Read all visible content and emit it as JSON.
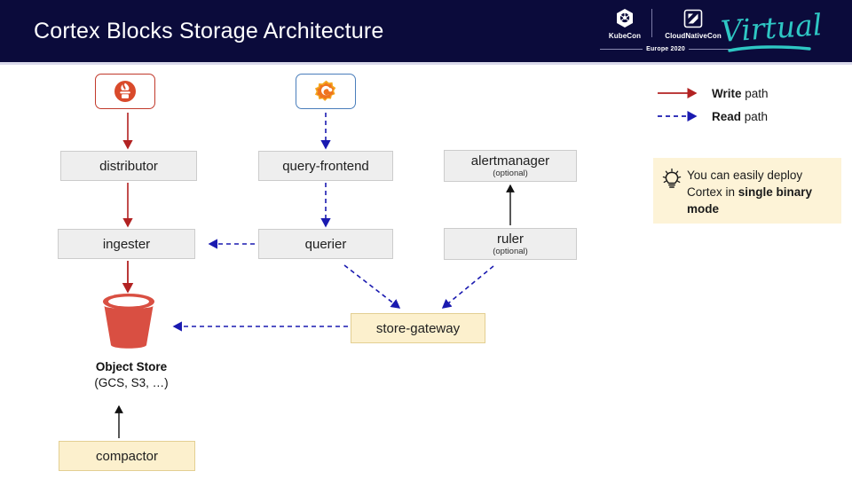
{
  "header": {
    "title": "Cortex Blocks Storage Architecture",
    "conference": {
      "kubecon_label": "KubeCon",
      "cloudnativecon_label": "CloudNativeCon",
      "region_label": "Europe 2020",
      "virtual_label": "Virtual"
    },
    "colors": {
      "background": "#0b0b3b",
      "title_text": "#ffffff",
      "virtual_teal": "#2ec7c4"
    }
  },
  "diagram": {
    "sources": [
      {
        "id": "prometheus",
        "icon": "prometheus-icon",
        "border_color": "#c1392b"
      },
      {
        "id": "grafana",
        "icon": "grafana-icon",
        "border_color": "#4a7ebb"
      }
    ],
    "nodes": [
      {
        "id": "distributor",
        "label": "distributor",
        "sub": "",
        "style": "gray"
      },
      {
        "id": "query-frontend",
        "label": "query-frontend",
        "sub": "",
        "style": "gray"
      },
      {
        "id": "alertmanager",
        "label": "alertmanager",
        "sub": "(optional)",
        "style": "gray"
      },
      {
        "id": "ingester",
        "label": "ingester",
        "sub": "",
        "style": "gray"
      },
      {
        "id": "querier",
        "label": "querier",
        "sub": "",
        "style": "gray"
      },
      {
        "id": "ruler",
        "label": "ruler",
        "sub": "(optional)",
        "style": "gray"
      },
      {
        "id": "store-gateway",
        "label": "store-gateway",
        "sub": "",
        "style": "cream"
      },
      {
        "id": "compactor",
        "label": "compactor",
        "sub": "",
        "style": "cream"
      }
    ],
    "object_store": {
      "label": "Object Store",
      "sublabel": "(GCS, S3, …)",
      "bucket_color": "#d94f42"
    },
    "colors": {
      "write_path": "#b22222",
      "read_path": "#1a1ab0",
      "neutral_path": "#111111",
      "node_fill": "#eeeeee",
      "node_border": "#cccccc",
      "cream_fill": "#fcf0cd",
      "cream_border": "#e3cf92"
    }
  },
  "legend": {
    "items": [
      {
        "id": "write",
        "strong": "Write",
        "rest": " path",
        "style": "solid",
        "color": "#b22222"
      },
      {
        "id": "read",
        "strong": "Read",
        "rest": " path",
        "style": "dashed",
        "color": "#1a1ab0"
      }
    ]
  },
  "tip": {
    "icon": "lightbulb-icon",
    "line1": "You can easily deploy",
    "line2_prefix": "Cortex in ",
    "line2_strong": "single binary",
    "line3_strong": "mode",
    "background": "#fdf3d7"
  }
}
